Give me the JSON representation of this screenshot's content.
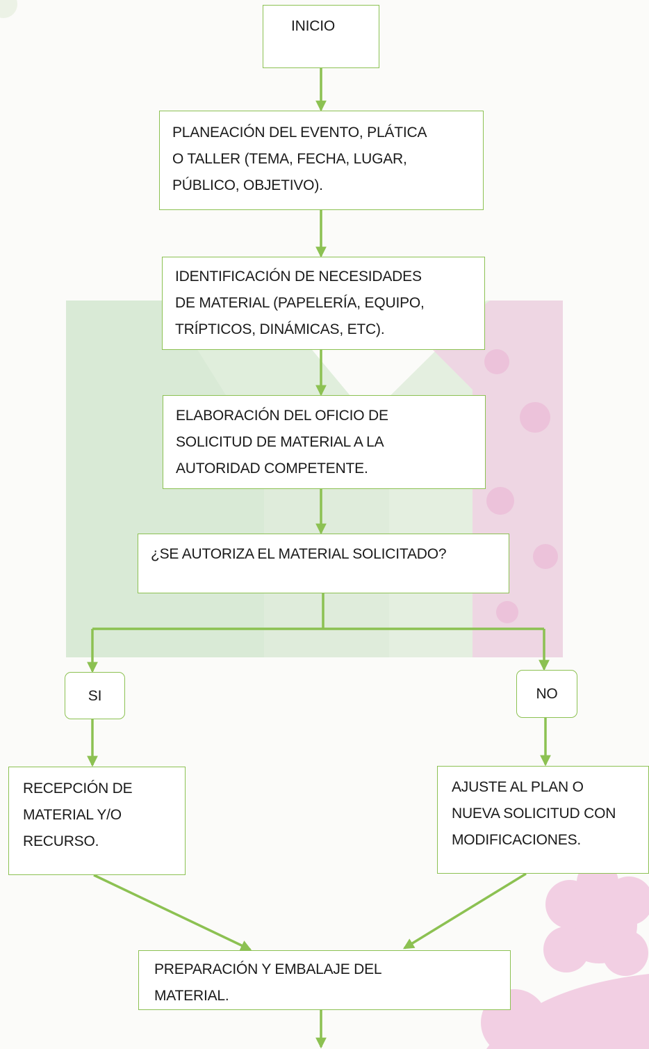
{
  "colors": {
    "connector": "#8cc152",
    "node_border": "#8cc152",
    "watermark_green": "#d9ead6",
    "watermark_pink": "#f2cde4"
  },
  "nodes": {
    "inicio": {
      "lines": [
        "INICIO"
      ]
    },
    "planeacion": {
      "lines": [
        "PLANEACIÓN DEL EVENTO, PLÁTICA",
        "O TALLER (TEMA, FECHA, LUGAR,",
        "PÚBLICO, OBJETIVO)."
      ]
    },
    "identificacion": {
      "lines": [
        "IDENTIFICACIÓN DE NECESIDADES",
        "DE MATERIAL (PAPELERÍA, EQUIPO,",
        "TRÍPTICOS, DINÁMICAS, ETC)."
      ]
    },
    "elaboracion": {
      "lines": [
        "ELABORACIÓN DEL OFICIO DE",
        "SOLICITUD DE MATERIAL A LA",
        "AUTORIDAD COMPETENTE."
      ]
    },
    "decision": {
      "lines": [
        "¿SE AUTORIZA EL MATERIAL SOLICITADO?"
      ]
    },
    "si": {
      "lines": [
        "SI"
      ]
    },
    "no": {
      "lines": [
        "NO"
      ]
    },
    "recepcion": {
      "lines": [
        "RECEPCIÓN DE",
        "MATERIAL Y/O",
        "RECURSO."
      ]
    },
    "ajuste": {
      "lines": [
        "AJUSTE AL PLAN O",
        "NUEVA SOLICITUD CON",
        "MODIFICACIONES."
      ]
    },
    "preparacion": {
      "lines": [
        "PREPARACIÓN Y EMBALAJE DEL",
        "MATERIAL."
      ]
    }
  }
}
